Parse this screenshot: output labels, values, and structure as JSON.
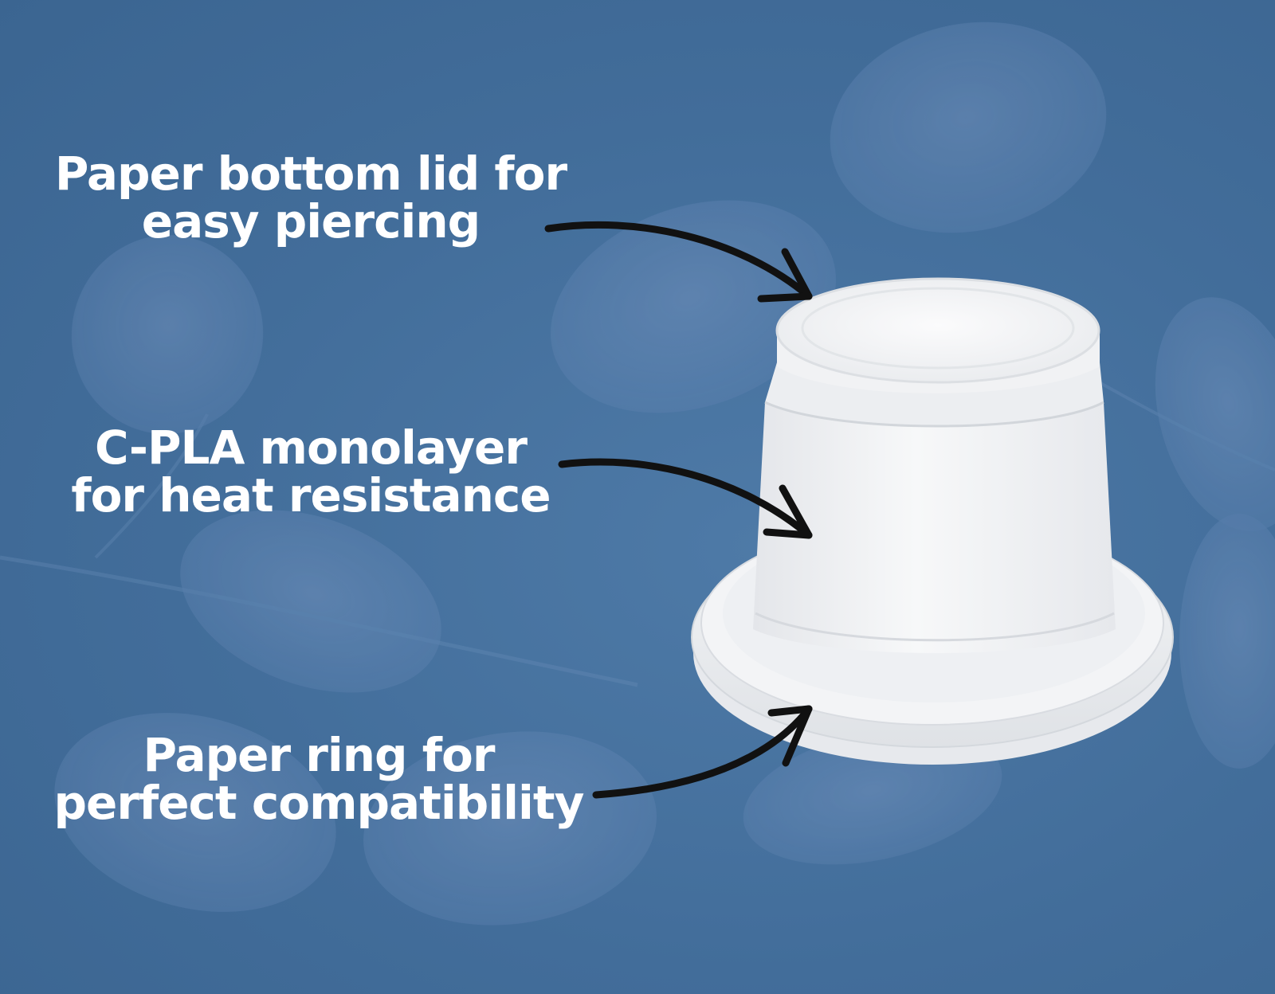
{
  "callouts": [
    {
      "line1": "Paper bottom lid for",
      "line2": "easy piercing"
    },
    {
      "line1": "C-PLA monolayer",
      "line2": "for heat resistance"
    },
    {
      "line1": "Paper ring for",
      "line2": "perfect compatibility"
    }
  ],
  "colors": {
    "background": "#446f9c",
    "leaf": "#6b8fbb",
    "capsule": "#f2f3f5",
    "arrow": "#111111",
    "text": "#ffffff"
  },
  "icons": {
    "background": "leaf-pattern",
    "product": "coffee-capsule",
    "pointer": "hand-drawn-arrow"
  }
}
